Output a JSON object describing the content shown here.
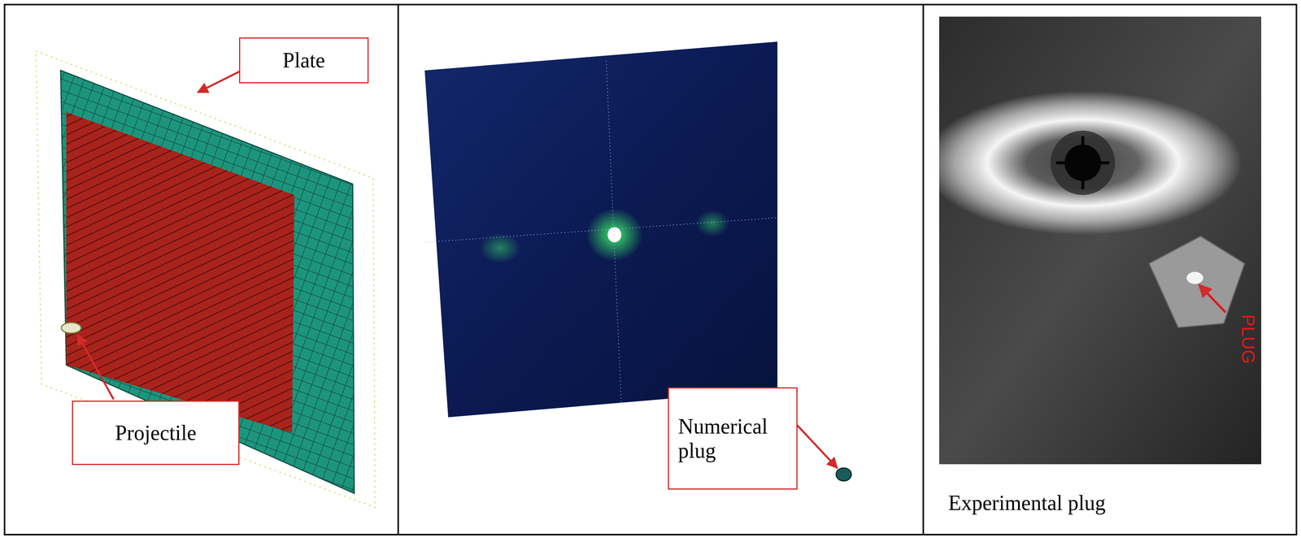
{
  "diagram": {
    "nodes": [
      {
        "text": [
          "Plate"
        ]
      },
      {
        "text": [
          "Projectile"
        ]
      },
      {
        "text": [
          "Numerical plug"
        ]
      }
    ],
    "labels": [
      "PLUG",
      "Experimental plug"
    ]
  }
}
